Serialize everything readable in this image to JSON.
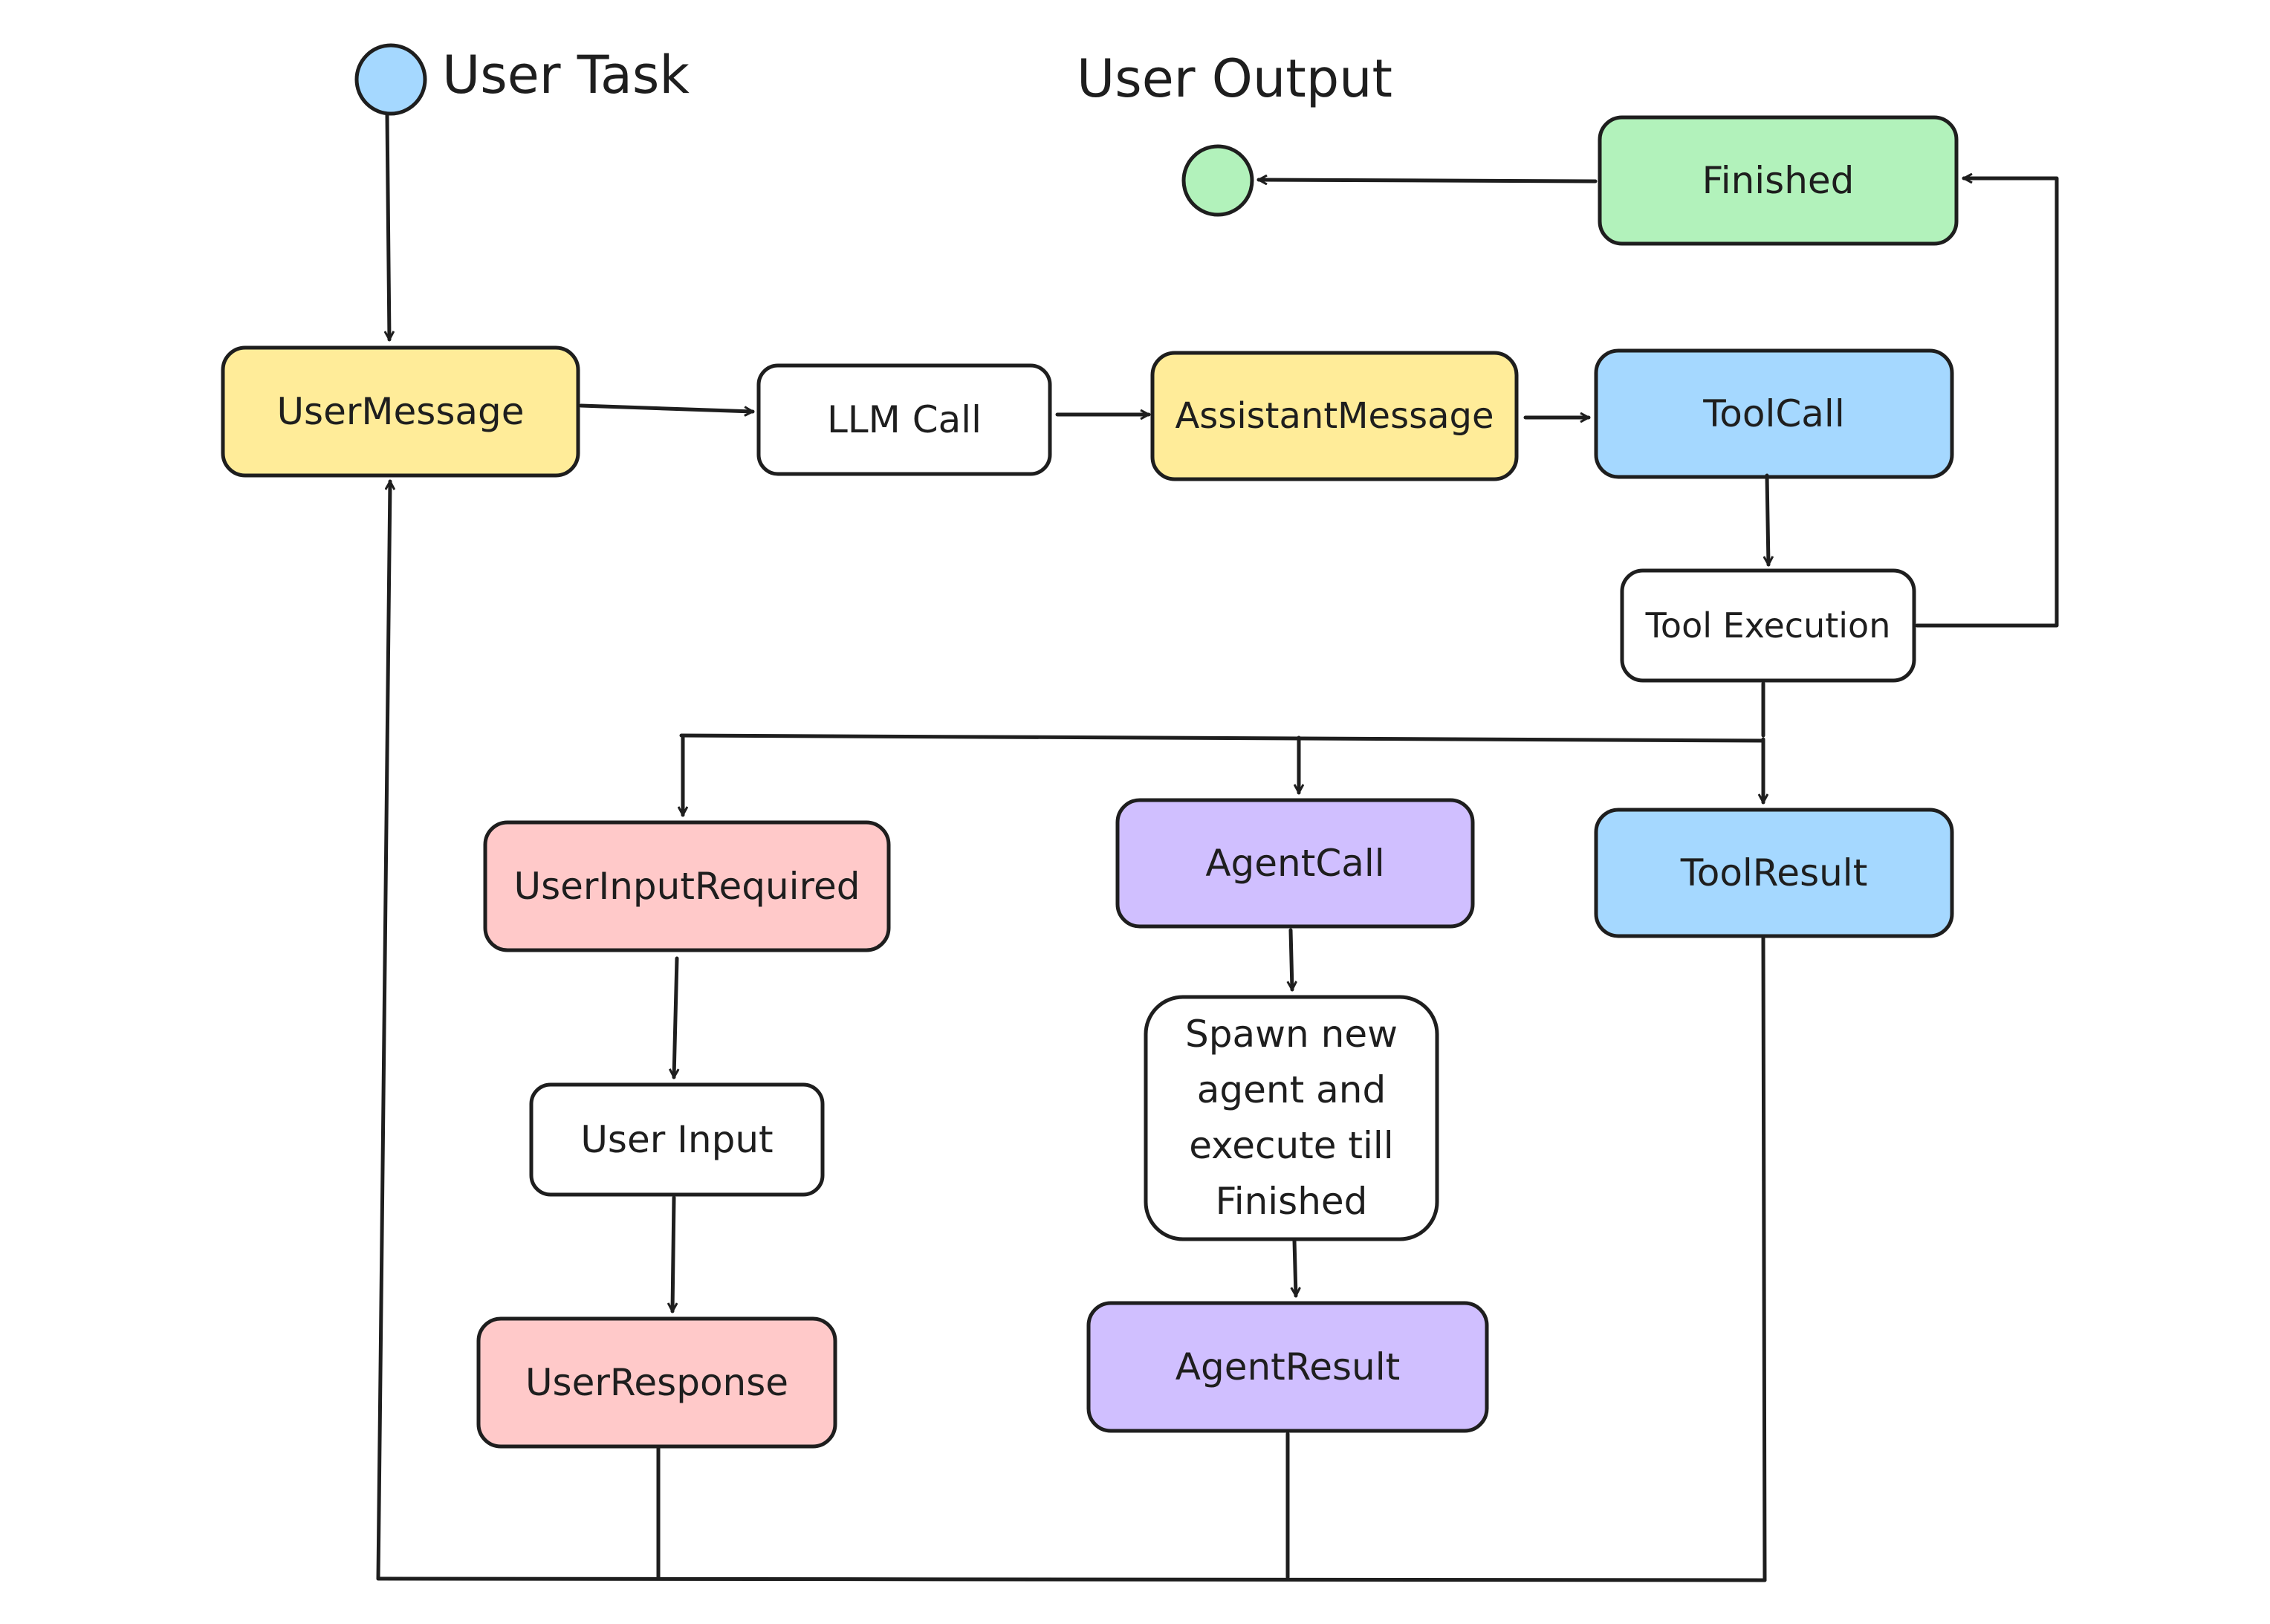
{
  "labels": {
    "user_task": "User Task",
    "user_output": "User Output"
  },
  "nodes": {
    "user_message": "UserMessage",
    "llm_call": "LLM Call",
    "assistant_message": "AssistantMessage",
    "tool_call": "ToolCall",
    "finished": "Finished",
    "tool_execution": "Tool Execution",
    "user_input_required": "UserInputRequired",
    "user_input": "User Input",
    "user_response": "UserResponse",
    "agent_call": "AgentCall",
    "spawn_agent": "Spawn new agent and execute till Finished",
    "agent_result": "AgentResult",
    "tool_result": "ToolResult"
  },
  "colors": {
    "yellow": "#ffec99",
    "blue": "#a5d8ff",
    "green": "#b2f2bb",
    "red": "#ffc9c9",
    "purple": "#d0bfff",
    "white": "#ffffff",
    "stroke": "#1e1e1e"
  }
}
